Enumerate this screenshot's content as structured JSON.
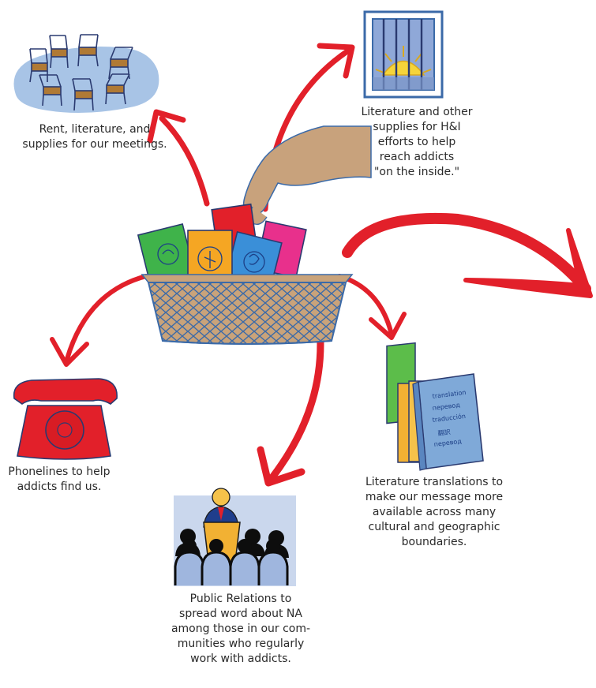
{
  "captions": {
    "rent": [
      "Rent, literature, and",
      "supplies for our meetings."
    ],
    "hi": [
      "Literature and other",
      "supplies for H&I",
      "efforts to help",
      "reach addicts",
      "\"on the inside.\""
    ],
    "phone": [
      "Phonelines to help",
      "addicts find us."
    ],
    "translations": [
      "Literature translations to",
      "make our message more",
      "available across many",
      "cultural and geographic",
      "boundaries."
    ],
    "pr": [
      "Public Relations to",
      "spread word about NA",
      "among those in our com-",
      "munities who regularly",
      "work with addicts."
    ]
  },
  "translation_book_text": [
    "translation",
    "перевод",
    "traducción",
    "翻訳",
    "перевод"
  ],
  "colors": {
    "arrow": "#e2202a",
    "basket": "#c9a37a",
    "basket_line": "#3b6aa8",
    "skin": "#c8a27c",
    "phone": "#e2202a",
    "floor": "#a8c4e6",
    "book_blue": "#7fa9d8",
    "book_yellow": "#f2b133",
    "book_green": "#5cbd4a",
    "card_green": "#3fb34a",
    "card_orange": "#f5a623",
    "card_blue": "#3a8fd8",
    "card_pink": "#e8308c",
    "card_red": "#e2202a",
    "sun": "#f5d43a",
    "audience": "#0d0d0d",
    "podium": "#f2b133"
  },
  "icons": [
    "meeting-chairs-icon",
    "prison-window-icon",
    "hand-icon",
    "money-basket-icon",
    "telephone-icon",
    "speaker-podium-icon",
    "books-icon"
  ]
}
